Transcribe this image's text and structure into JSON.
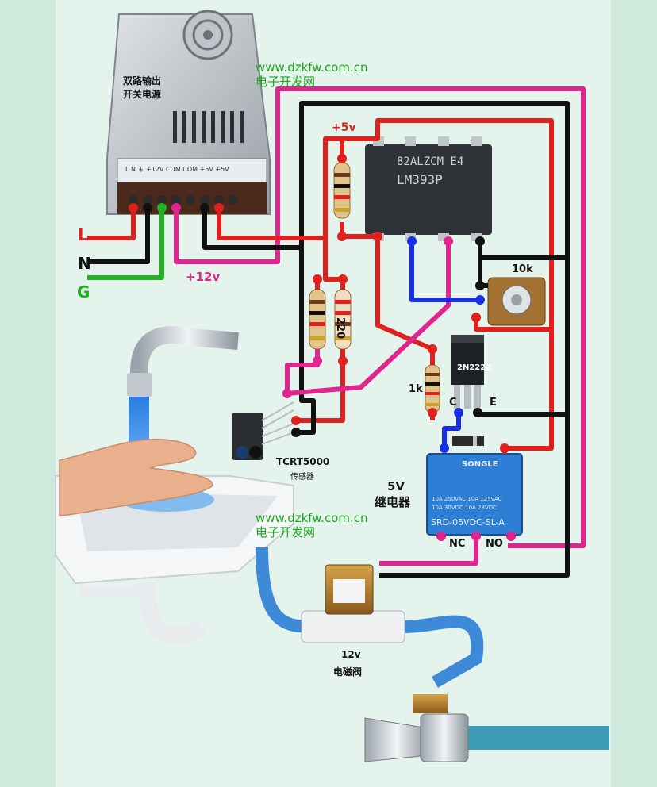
{
  "watermark": {
    "url": "www.dzkfw.com.cn",
    "name": "电子开发网"
  },
  "power_supply": {
    "title_line1": "双路输出",
    "title_line2": "开关电源",
    "terminals": "L N ⏚ +12V COM COM +5V +5V"
  },
  "mains": {
    "L": {
      "label": "L",
      "color": "#e0201c"
    },
    "N": {
      "label": "N",
      "color": "#111111"
    },
    "G": {
      "label": "G",
      "color": "#21b321"
    }
  },
  "rails": {
    "v12": "+12v",
    "v5": "+5v"
  },
  "ic": {
    "line1": "82ALZCM E4",
    "line2": "LM393P"
  },
  "pot": {
    "label": "10k"
  },
  "resistors": {
    "r220": "220",
    "r1k": "1k"
  },
  "transistor": {
    "model": "2N2222",
    "pin_c": "C",
    "pin_e": "E"
  },
  "sensor": {
    "model": "TCRT5000",
    "caption": "传感器"
  },
  "relay": {
    "title_v": "5V",
    "title": "继电器",
    "brand": "SONGLE",
    "rating1": "10A 250VAC  10A 125VAC",
    "rating2": "10A  30VDC  10A  28VDC",
    "model": "SRD-05VDC-SL-A",
    "nc": "NC",
    "no": "NO"
  },
  "valve": {
    "voltage": "12v",
    "caption": "电磁阀"
  },
  "colors": {
    "red": "#e0201c",
    "black": "#111111",
    "magenta": "#e0258f",
    "blue": "#1a2de6",
    "green": "#21b321"
  }
}
